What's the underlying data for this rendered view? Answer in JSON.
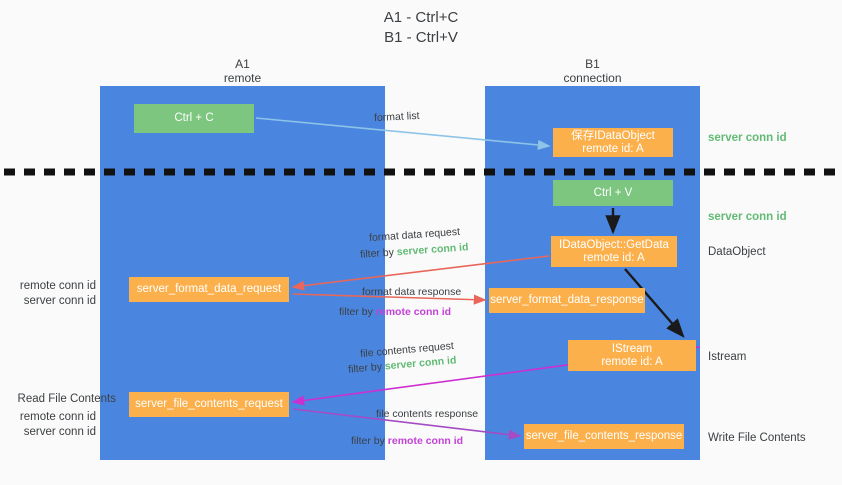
{
  "title": "A1 - Ctrl+C\nB1 - Ctrl+V",
  "lanes": {
    "a": {
      "name": "A1",
      "sub": "remote",
      "header": "A1\nremote"
    },
    "b": {
      "name": "B1",
      "sub": "connection",
      "header": "B1\nconnection"
    }
  },
  "nodes": {
    "ctrl_c": "Ctrl + C",
    "save_idataobject": "保存IDataObject\nremote id: A",
    "ctrl_v": "Ctrl + V",
    "getdata": "IDataObject::GetData\nremote id: A",
    "istream": "IStream\nremote id: A",
    "server_format_data_request": "server_format_data_request",
    "server_format_data_response": "server_format_data_response",
    "server_file_contents_request": "server_file_contents_request",
    "server_file_contents_response": "server_file_contents_response"
  },
  "side_labels": {
    "server_conn_id_top": "server conn id",
    "server_conn_id_mid": "server conn id",
    "dataobject": "DataObject",
    "istream": "Istream",
    "write_file_contents": "Write File Contents",
    "read_file_contents": "Read File Contents",
    "remote_conn_id": "remote conn id",
    "server_conn_id": "server conn id"
  },
  "flow_labels": {
    "format_list": "format list",
    "format_data_request": "format data request",
    "filter_by": "filter by ",
    "server_conn_id": "server conn id",
    "remote_conn_id": "remote conn id",
    "format_data_response": "format data response",
    "file_contents_request": "file contents request",
    "file_contents_response": "file contents response"
  },
  "colors": {
    "lane_blue": "#4a86e0",
    "node_green": "#7dc67f",
    "node_orange": "#fbb04c",
    "text_green": "#62bb75",
    "text_magenta": "#c341d6",
    "arrow_lightblue": "#8ec3e8",
    "arrow_red": "#e8675a",
    "arrow_magenta": "#cc2fd0",
    "arrow_purple": "#a54bc4",
    "arrow_black": "#1a1a1a",
    "background": "#fafafa"
  }
}
